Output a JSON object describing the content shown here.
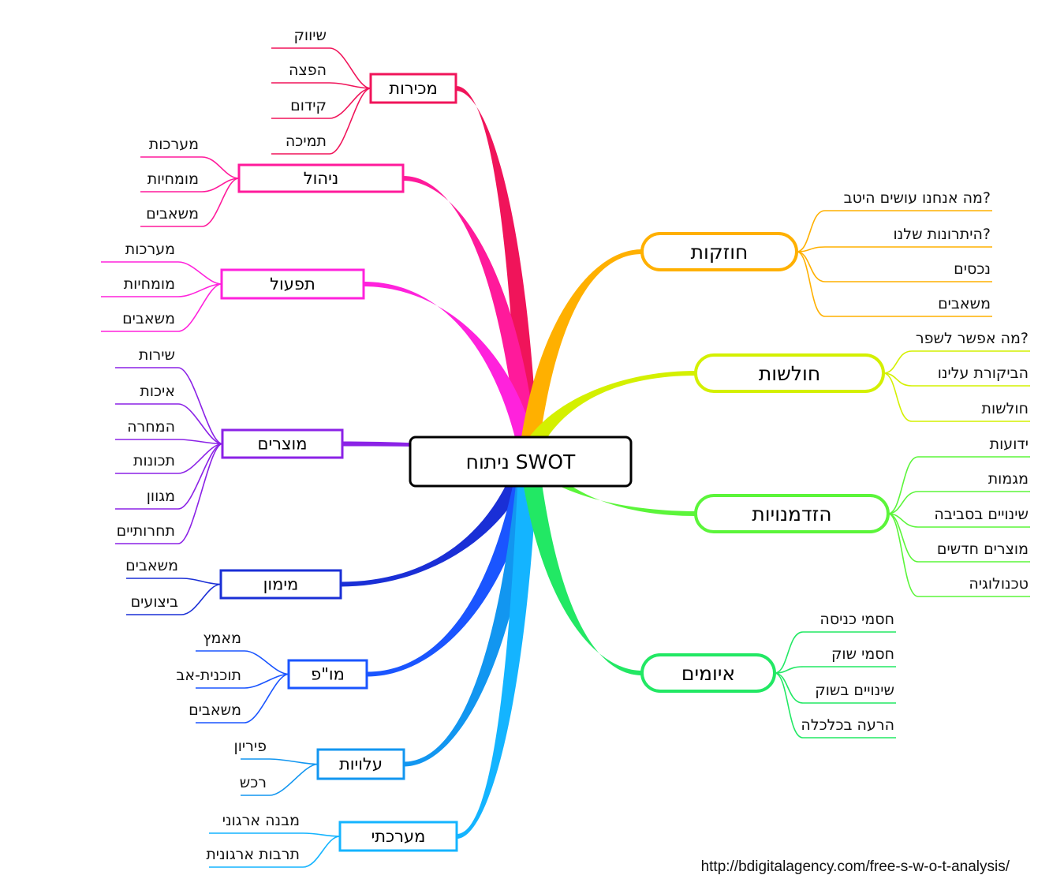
{
  "central_topic": "ניתוח SWOT",
  "source_url": "http://bdigitalagency.com/free-s-w-o-t-analysis/",
  "right_branches": [
    {
      "label": "חוזקות",
      "color": "#ffb000",
      "leaves": [
        "מה אנחנו עושים היטב?",
        "היתרונות שלנו?",
        "נכסים",
        "משאבים"
      ]
    },
    {
      "label": "חולשות",
      "color": "#d4f000",
      "leaves": [
        "מה אפשר לשפר?",
        "הביקורת עלינו",
        "חולשות"
      ]
    },
    {
      "label": "הזדמנויות",
      "color": "#5bf53a",
      "leaves": [
        "ידועות",
        "מגמות",
        "שינויים בסביבה",
        "מוצרים חדשים",
        "טכנולוגיה"
      ]
    },
    {
      "label": "איומים",
      "color": "#22e864",
      "leaves": [
        "חסמי כניסה",
        "חסמי שוק",
        "שינויים בשוק",
        "הרעה בכלכלה"
      ]
    }
  ],
  "left_branches": [
    {
      "label": "מכירות",
      "color": "#f0145a",
      "leaves": [
        "שיווק",
        "הפצה",
        "קידום",
        "תמיכה"
      ]
    },
    {
      "label": "ניהול",
      "color": "#ff1a9b",
      "leaves": [
        "מערכות",
        "מומחיות",
        "משאבים"
      ]
    },
    {
      "label": "תפעול",
      "color": "#ff22dc",
      "leaves": [
        "מערכות",
        "מומחיות",
        "משאבים"
      ]
    },
    {
      "label": "מוצרים",
      "color": "#8b22e6",
      "leaves": [
        "שירות",
        "איכות",
        "המחרה",
        "תכונות",
        "מגוון",
        "תחרותיים"
      ]
    },
    {
      "label": "מימון",
      "color": "#1a2fd6",
      "leaves": [
        "משאבים",
        "ביצועים"
      ]
    },
    {
      "label": "מו\"פ",
      "color": "#1a55ff",
      "leaves": [
        "מאמץ",
        "תוכנית-אב",
        "משאבים"
      ]
    },
    {
      "label": "עלויות",
      "color": "#1296f0",
      "leaves": [
        "פיריון",
        "רכש"
      ]
    },
    {
      "label": "מערכתי",
      "color": "#14b4ff",
      "leaves": [
        "מבנה ארגוני",
        "תרבות ארגונית"
      ]
    }
  ]
}
